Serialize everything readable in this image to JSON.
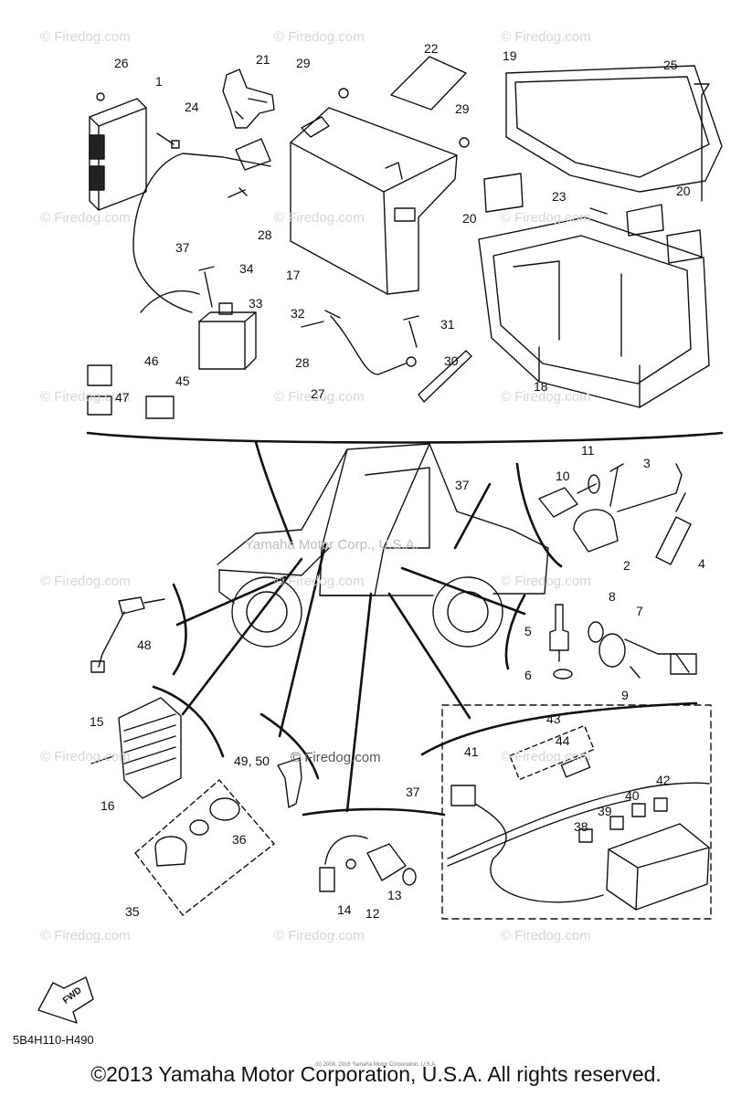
{
  "watermark": {
    "text": "© Firedog.com"
  },
  "center_watermark": "© Firedog.com",
  "ghost_text": "Yamaha Motor Corp., U.S.A.",
  "diagram_code": "5B4H110-H490",
  "copyright": "©2013 Yamaha Motor Corporation, U.S.A. All rights reserved.",
  "small_copyright": "(c) 2008, 2016 Yamaha Motor Corporation, U.S.A.",
  "fwd_label": "FWD",
  "callouts": {
    "c1": "1",
    "c2": "2",
    "c3": "3",
    "c4": "4",
    "c5": "5",
    "c6": "6",
    "c7": "7",
    "c8": "8",
    "c9": "9",
    "c10": "10",
    "c11": "11",
    "c12": "12",
    "c13": "13",
    "c14": "14",
    "c15": "15",
    "c16": "16",
    "c17": "17",
    "c18": "18",
    "c19": "19",
    "c20a": "20",
    "c20b": "20",
    "c21": "21",
    "c22": "22",
    "c23": "23",
    "c24": "24",
    "c25": "25",
    "c26": "26",
    "c27": "27",
    "c28a": "28",
    "c28b": "28",
    "c29a": "29",
    "c29b": "29",
    "c30": "30",
    "c31": "31",
    "c32": "32",
    "c33": "33",
    "c34": "34",
    "c35": "35",
    "c36": "36",
    "c37a": "37",
    "c37b": "37",
    "c37c": "37",
    "c38": "38",
    "c39": "39",
    "c40": "40",
    "c41": "41",
    "c42": "42",
    "c43": "43",
    "c44": "44",
    "c45": "45",
    "c46": "46",
    "c47": "47",
    "c48": "48",
    "c49_50": "49, 50"
  }
}
